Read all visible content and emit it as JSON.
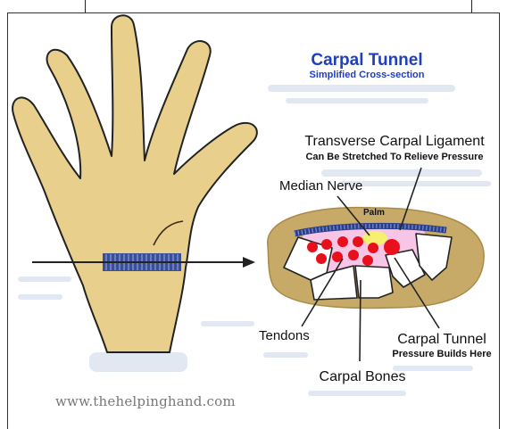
{
  "title": "Carpal Tunnel",
  "subtitle": "Simplified Cross-section",
  "labels": {
    "ligament": "Transverse Carpal Ligament",
    "ligament_sub": "Can Be Stretched To Relieve Pressure",
    "median_nerve": "Median Nerve",
    "palm": "Palm",
    "tendons": "Tendons",
    "carpal_tunnel": "Carpal Tunnel",
    "carpal_tunnel_sub": "Pressure Builds Here",
    "carpal_bones": "Carpal Bones"
  },
  "credit": "www.thehelpinghand.com",
  "colors": {
    "title_blue": "#1f3fc0",
    "skin": "#e8d08c",
    "skin_outline": "#222222",
    "cross_section_outer": "#c8aa68",
    "tunnel_pink": "#f7c6e6",
    "tendon_red": "#e8101c",
    "nerve_yellow": "#f5f070",
    "ligament_band": "#2b3e8c",
    "bone_white": "#ffffff",
    "shadow_blue": "#c9d6e6"
  }
}
